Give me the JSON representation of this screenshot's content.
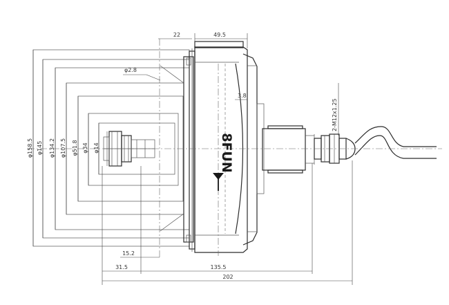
{
  "dimensions": {
    "d158": "φ158.5",
    "d145": "φ145",
    "d134": "φ134.2",
    "d107": "φ107.5",
    "d51": "φ51.8",
    "d34": "φ34",
    "d14": "φ14",
    "dsmall": "φ2.8",
    "top22": "22",
    "top49": "49.5",
    "side3": "3.8",
    "thread": "2-M12x1.25",
    "b152": "15.2",
    "b315": "31.5",
    "b135": "135.5",
    "b202": "202"
  },
  "motor_text": "8FUN",
  "icons": {
    "arrow": "arrow-left-icon"
  }
}
